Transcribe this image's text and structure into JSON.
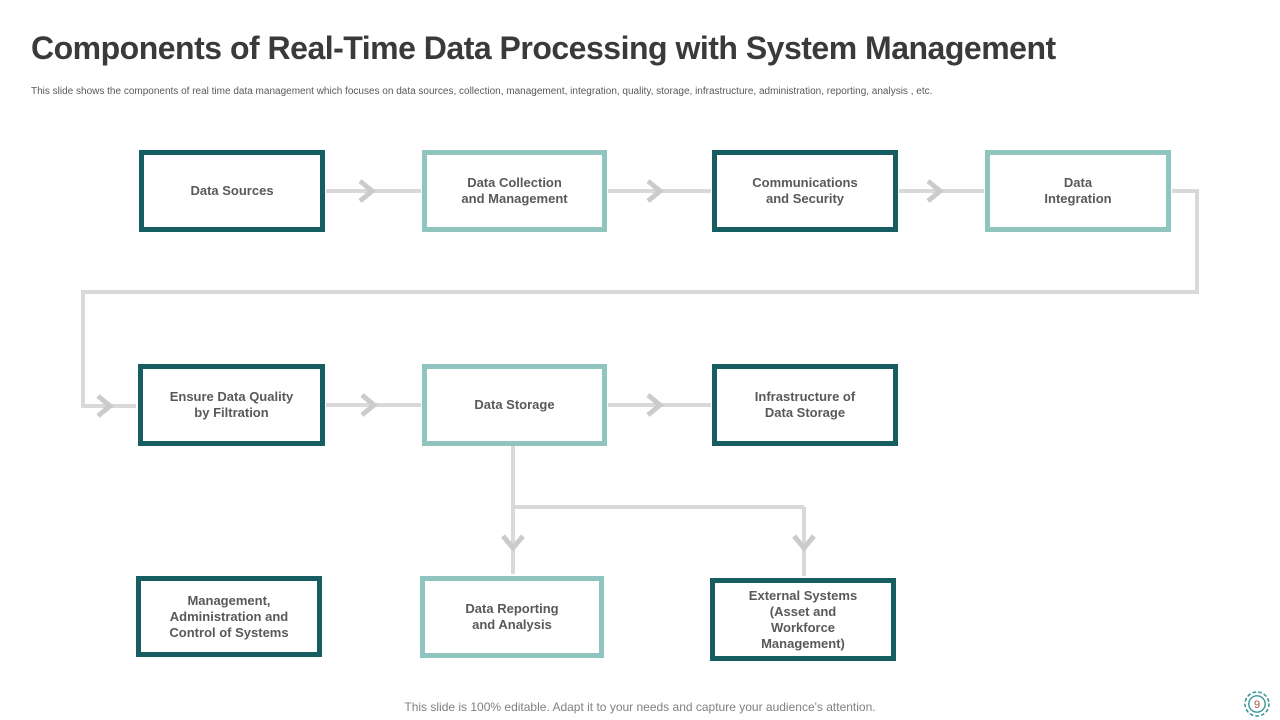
{
  "slide": {
    "title": "Components of Real-Time Data Processing with System Management",
    "subtitle": "This slide shows the components of real time  data management  which focuses on data sources, collection, management,  integration,  quality,  storage, infrastructure, administration, reporting, analysis , etc.",
    "footer": "This slide is 100% editable. Adapt it to your needs and capture your audience's attention.",
    "page_badge": "9"
  },
  "colors": {
    "dark_teal": "#175e63",
    "light_teal": "#90c4bf",
    "connector": "#d9d9d9",
    "chevron": "#cbcbcb",
    "node_text": "#595959",
    "title_text": "#3a3a3a",
    "subtitle_text": "#595959",
    "footer_text": "#808080",
    "badge_outline": "#3a9898",
    "badge_number": "#a2594e"
  },
  "nodes": [
    {
      "id": "data-sources",
      "label": "Data Sources",
      "tone": "dark"
    },
    {
      "id": "data-collection-and-management",
      "label": "Data Collection\nand Management",
      "tone": "light"
    },
    {
      "id": "communications-and-security",
      "label": "Communications\nand Security",
      "tone": "dark"
    },
    {
      "id": "data-integration",
      "label": "Data\nIntegration",
      "tone": "light"
    },
    {
      "id": "ensure-data-quality-by-filtration",
      "label": "Ensure  Data Quality\nby Filtration",
      "tone": "dark"
    },
    {
      "id": "data-storage",
      "label": "Data Storage",
      "tone": "light"
    },
    {
      "id": "infrastructure-of-data-storage",
      "label": "Infrastructure  of\nData Storage",
      "tone": "dark"
    },
    {
      "id": "management-administration-and-control-of-systems",
      "label": "Management,\nAdministration  and\nControl  of Systems",
      "tone": "dark"
    },
    {
      "id": "data-reporting-and-analysis",
      "label": "Data Reporting\nand Analysis",
      "tone": "light"
    },
    {
      "id": "external-systems-asset-and-workforce-management",
      "label": "External Systems\n(Asset  and\nWorkforce\nManagement)",
      "tone": "dark"
    }
  ]
}
